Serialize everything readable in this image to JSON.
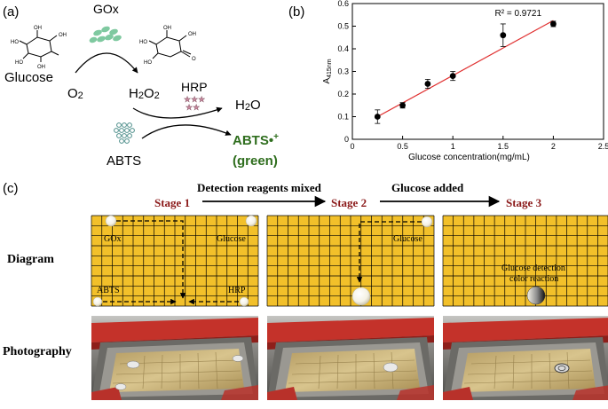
{
  "panel_a": {
    "label": "(a)",
    "enzyme1": "GOx",
    "substrate": "Glucose",
    "oxygen": "O",
    "oxygen_sub": "2",
    "h2o2_a": "H",
    "h2o2_a_sub": "2",
    "h2o2_b": "O",
    "h2o2_b_sub": "2",
    "enzyme2": "HRP",
    "water_a": "H",
    "water_a_sub": "2",
    "water_b": "O",
    "reagent": "ABTS",
    "product": "ABTS•",
    "product_charge": "+",
    "product_color": "(green)",
    "colors": {
      "gox": "#7fc9a0",
      "hrp": "#c98aa0",
      "abts": "#4a8c88",
      "product": "#2f6e1e"
    },
    "glucose_ring_labels": [
      "OH",
      "HO",
      "HO",
      "OH",
      "OH"
    ],
    "lactone_ring_labels": [
      "OH",
      "HO",
      "HO",
      "OH",
      "O"
    ]
  },
  "panel_b": {
    "label": "(b)"
  },
  "chart_data": {
    "type": "scatter",
    "x": [
      0.25,
      0.5,
      0.75,
      1.0,
      1.5,
      2.0
    ],
    "y": [
      0.1,
      0.15,
      0.245,
      0.28,
      0.46,
      0.51
    ],
    "yerr": [
      0.03,
      0.012,
      0.02,
      0.02,
      0.05,
      0.012
    ],
    "fit_line": {
      "x": [
        0.25,
        2.0
      ],
      "y": [
        0.1,
        0.525
      ],
      "color": "#e03030"
    },
    "annotation": "R² = 0.9721",
    "xlabel": "Glucose concentration(mg/mL)",
    "ylabel_main": "A",
    "ylabel_sub": "415nm",
    "xlim": [
      0,
      2.5
    ],
    "ylim": [
      0,
      0.6
    ],
    "xticks": [
      "0",
      "0.5",
      "1",
      "1.5",
      "2",
      "2.5"
    ],
    "yticks": [
      "0",
      "0.1",
      "0.2",
      "0.3",
      "0.4",
      "0.5",
      "0.6"
    ],
    "grid": false
  },
  "panel_c": {
    "label": "(c)",
    "stage1": "Stage 1",
    "stage2": "Stage 2",
    "stage3": "Stage 3",
    "arrow1_text": "Detection reagents mixed",
    "arrow2_text": "Glucose added",
    "row_diagram": "Diagram",
    "row_photo": "Photography",
    "d1": {
      "tl": "GOx",
      "tr": "Glucose",
      "bl": "ABTS",
      "br": "HRP"
    },
    "d2": {
      "tr": "Glucose"
    },
    "d3": {
      "line1": "Glucose detection",
      "line2": "color reaction"
    },
    "colors": {
      "grid": "#f2c02a",
      "stage": "#8b1a1a"
    }
  }
}
